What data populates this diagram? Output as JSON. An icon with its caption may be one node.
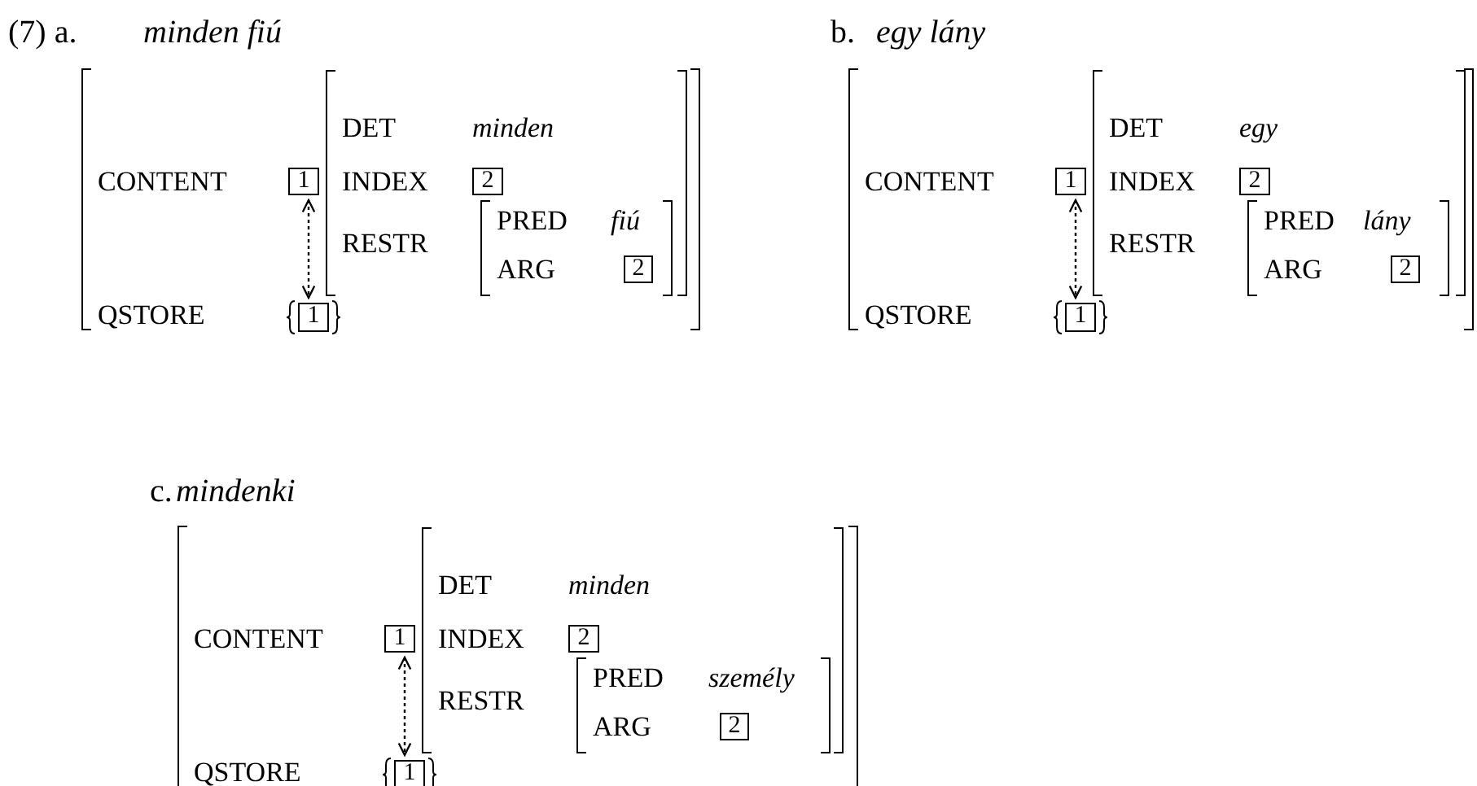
{
  "diagram": {
    "nodes": [
      {
        "text": [
          "CONTENT",
          "QSTORE"
        ]
      },
      {
        "text": [
          "1"
        ],
        "in": 0
      },
      {
        "text": [
          "DET",
          "minden",
          "INDEX",
          "RESTR"
        ],
        "in": 0
      },
      {
        "text": [
          "2"
        ],
        "in": 2
      },
      {
        "text": [
          "PRED",
          "fiú",
          "ARG"
        ],
        "in": 2
      },
      {
        "text": [
          "2"
        ],
        "in": 4
      },
      {
        "text": [
          "1"
        ],
        "in": 0
      },
      {
        "text": [
          "CONTENT",
          "QSTORE"
        ]
      },
      {
        "text": [
          "1"
        ],
        "in": 7
      },
      {
        "text": [
          "DET",
          "egy",
          "INDEX",
          "RESTR"
        ],
        "in": 7
      },
      {
        "text": [
          "2"
        ],
        "in": 9
      },
      {
        "text": [
          "PRED",
          "lány",
          "ARG"
        ],
        "in": 9
      },
      {
        "text": [
          "2"
        ],
        "in": 11
      },
      {
        "text": [
          "1"
        ],
        "in": 7
      },
      {
        "text": [
          "CONTENT",
          "QSTORE"
        ]
      },
      {
        "text": [
          "1"
        ],
        "in": 14
      },
      {
        "text": [
          "DET",
          "minden",
          "INDEX",
          "RESTR"
        ],
        "in": 14
      },
      {
        "text": [
          "2"
        ],
        "in": 16
      },
      {
        "text": [
          "PRED",
          "személy",
          "ARG"
        ],
        "in": 16
      },
      {
        "text": [
          "2"
        ],
        "in": 18
      },
      {
        "text": [
          "1"
        ],
        "in": 14
      }
    ],
    "edges": [
      {
        "from": 1,
        "to": 6,
        "arrow": "both",
        "style": "dashed"
      },
      {
        "from": 8,
        "to": 13,
        "arrow": "both",
        "style": "dashed"
      },
      {
        "from": 15,
        "to": 20,
        "arrow": "both",
        "style": "dashed"
      }
    ],
    "labels": [
      "(7) a.",
      "minden fiú",
      "b.",
      "egy lány",
      "c.",
      "mindenki"
    ]
  }
}
